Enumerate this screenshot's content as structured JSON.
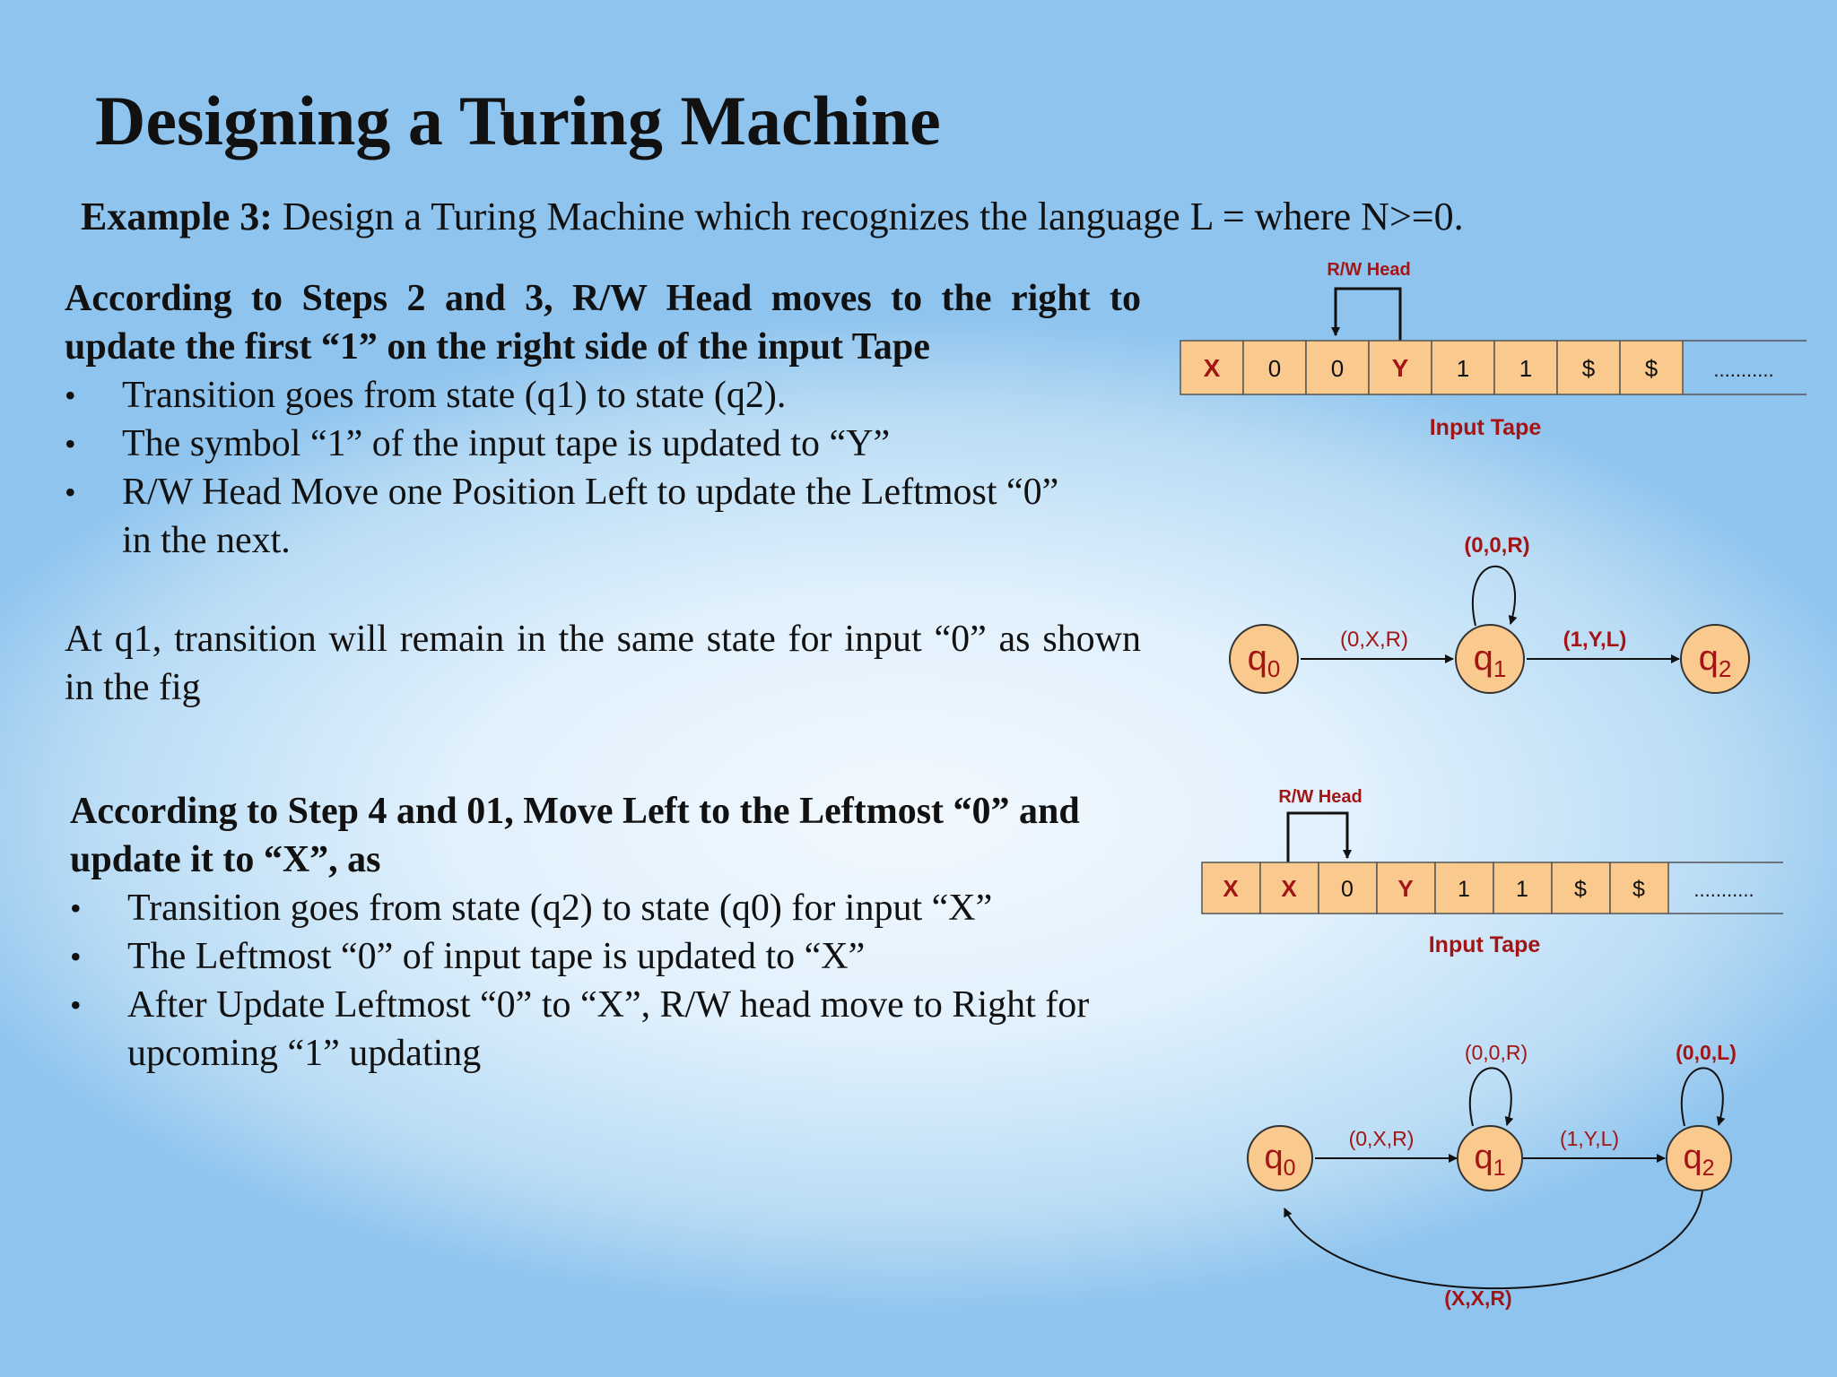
{
  "title": "Designing a Turing Machine",
  "example": {
    "label": "Example 3:",
    "text": " Design a Turing Machine which recognizes the language L =  where N>=0."
  },
  "section1": {
    "heading": "According to Steps 2 and 3, R/W Head moves to the right to update the first “1” on the right side of the input Tape",
    "bullets": [
      "Transition goes from state (q1) to state (q2).",
      "The symbol “1” of the input tape is updated to “Y”",
      "R/W Head Move one Position Left to update the Leftmost “0” in the next."
    ],
    "paragraph": "At q1, transition will remain in the same state for input “0” as shown in the fig"
  },
  "section2": {
    "heading": "According to Step 4 and 01, Move Left to the Leftmost “0” and update it to “X”, as",
    "bullets": [
      "Transition goes from state (q2) to state (q0) for input “X”",
      "The Leftmost “0” of input tape is updated to “X”",
      "After Update Leftmost “0” to “X”, R/W head move to Right for upcoming “1” updating"
    ]
  },
  "diagram1": {
    "head_label": "R/W Head",
    "tape_label": "Input Tape",
    "tape_cells": [
      "X",
      "0",
      "0",
      "Y",
      "1",
      "1",
      "$",
      "$"
    ],
    "tape_ellipsis": "...........",
    "states": [
      "q",
      "q",
      "q"
    ],
    "state_subscripts": [
      "0",
      "1",
      "2"
    ],
    "edge_q0_q1": "(0,X,R)",
    "edge_q1_q2": "(1,Y,L)",
    "loop_q1": "(0,0,R)"
  },
  "diagram2": {
    "head_label": "R/W Head",
    "tape_label": "Input Tape",
    "tape_cells": [
      "X",
      "X",
      "0",
      "Y",
      "1",
      "1",
      "$",
      "$"
    ],
    "tape_ellipsis": "...........",
    "states": [
      "q",
      "q",
      "q"
    ],
    "state_subscripts": [
      "0",
      "1",
      "2"
    ],
    "edge_q0_q1": "(0,X,R)",
    "edge_q1_q2": "(1,Y,L)",
    "loop_q1": "(0,0,R)",
    "loop_q2": "(0,0,L)",
    "edge_q2_q0": "(X,X,R)"
  },
  "colors": {
    "tape_fill": "#f9c98e",
    "state_fill": "#f9c98e",
    "label_red": "#a31515"
  }
}
